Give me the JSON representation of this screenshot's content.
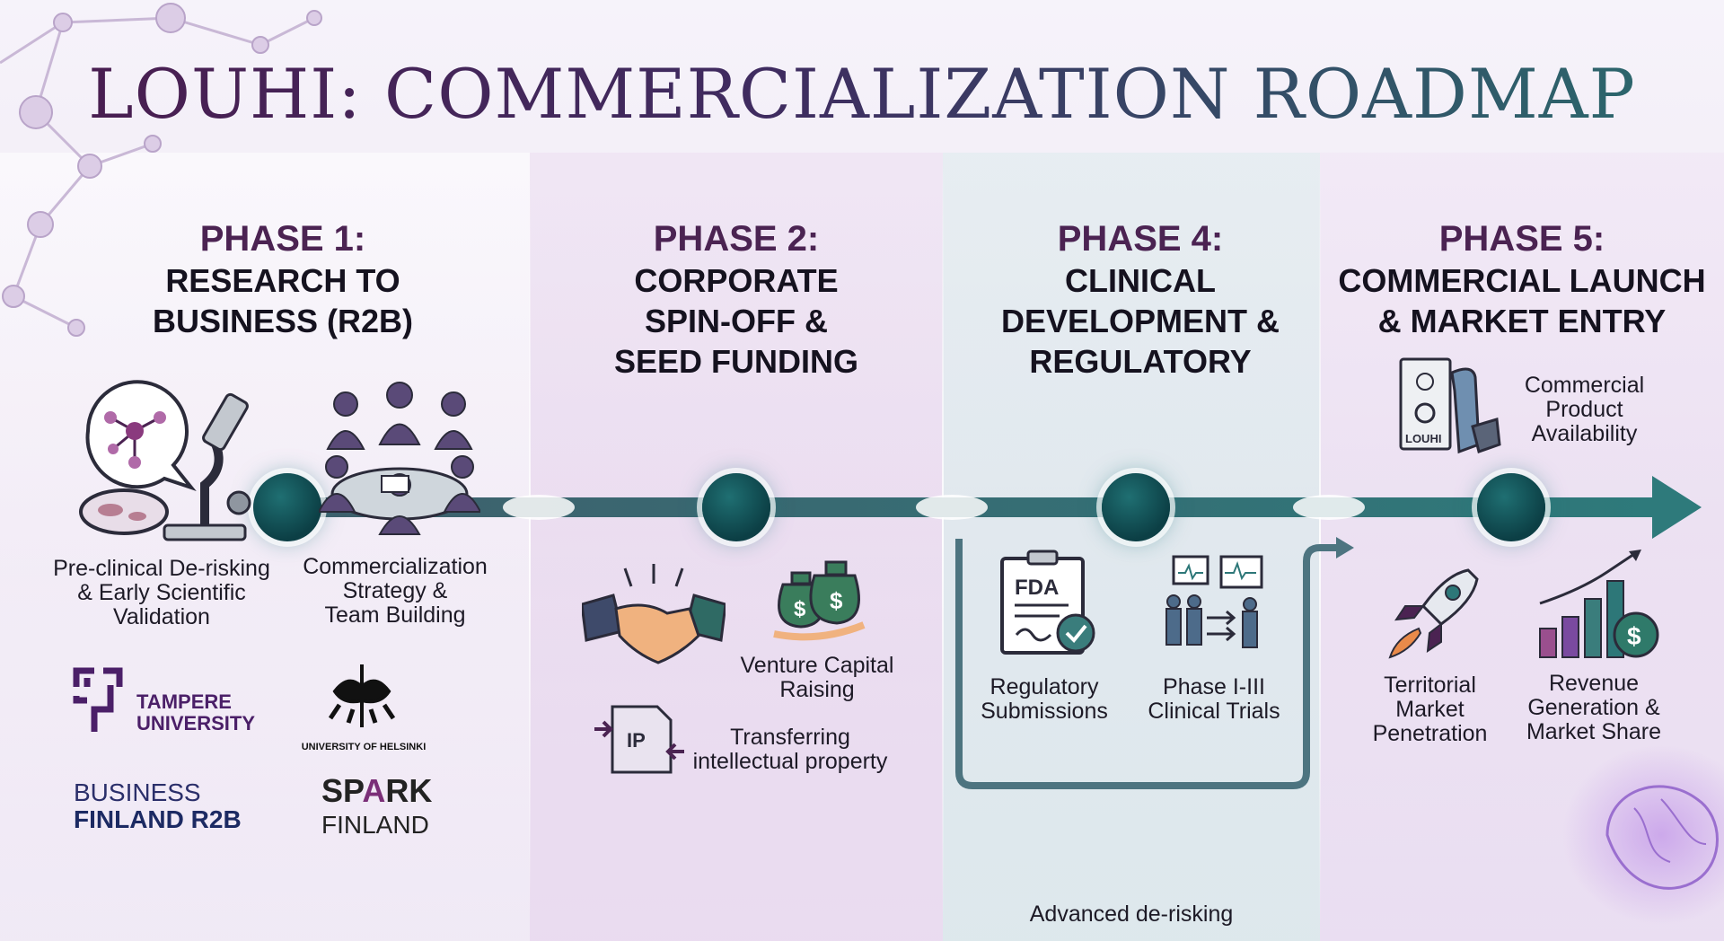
{
  "title": "LOUHI: COMMERCIALIZATION ROADMAP",
  "phases": [
    {
      "number": "PHASE 1:",
      "name_lines": [
        "RESEARCH TO",
        "BUSINESS (R2B)"
      ],
      "items": [
        {
          "icon": "microscope-molecule-icon",
          "lines": [
            "Pre-clinical De-risking",
            "& Early Scientific",
            "Validation"
          ]
        },
        {
          "icon": "team-meeting-icon",
          "lines": [
            "Commercialization",
            "Strategy &",
            "Team Building"
          ]
        }
      ],
      "partners": {
        "tampere": [
          "TAMPERE",
          "UNIVERSITY"
        ],
        "helsinki": "UNIVERSITY OF HELSINKI",
        "business_finland": [
          "BUSINESS",
          "FINLAND R2B"
        ],
        "spark": {
          "prefix": "SP",
          "accent": "A",
          "suffix": "RK",
          "line2": "FINLAND"
        }
      }
    },
    {
      "number": "PHASE 2:",
      "name_lines": [
        "CORPORATE",
        "SPIN-OFF &",
        "SEED FUNDING"
      ],
      "items": [
        {
          "icon": "handshake-icon",
          "lines": []
        },
        {
          "icon": "money-bags-icon",
          "lines": [
            "Venture Capital",
            "Raising"
          ]
        },
        {
          "icon": "ip-transfer-icon",
          "lines": [
            "Transferring",
            "intellectual property"
          ]
        }
      ]
    },
    {
      "number": "PHASE 4:",
      "name_lines": [
        "CLINICAL",
        "DEVELOPMENT &",
        "REGULATORY"
      ],
      "items": [
        {
          "icon": "fda-document-icon",
          "badge": "FDA",
          "lines": [
            "Regulatory",
            "Submissions"
          ]
        },
        {
          "icon": "clinical-trials-icon",
          "lines": [
            "Phase I-III",
            "Clinical Trials"
          ]
        }
      ],
      "footnote": "Advanced de-risking"
    },
    {
      "number": "PHASE 5:",
      "name_lines": [
        "COMMERCIAL LAUNCH",
        "& MARKET ENTRY"
      ],
      "items": [
        {
          "icon": "louhi-inhaler-product-icon",
          "badge": "LOUHI",
          "lines": [
            "Commercial",
            "Product",
            "Availability"
          ]
        },
        {
          "icon": "rocket-icon",
          "lines": [
            "Territorial",
            "Market",
            "Penetration"
          ]
        },
        {
          "icon": "revenue-chart-icon",
          "lines": [
            "Revenue",
            "Generation &",
            "Market Share"
          ]
        }
      ]
    }
  ],
  "colors": {
    "primary": "#4b2352",
    "teal": "#2d7778",
    "node": "#0f4a50",
    "line": "#4d6b76"
  }
}
